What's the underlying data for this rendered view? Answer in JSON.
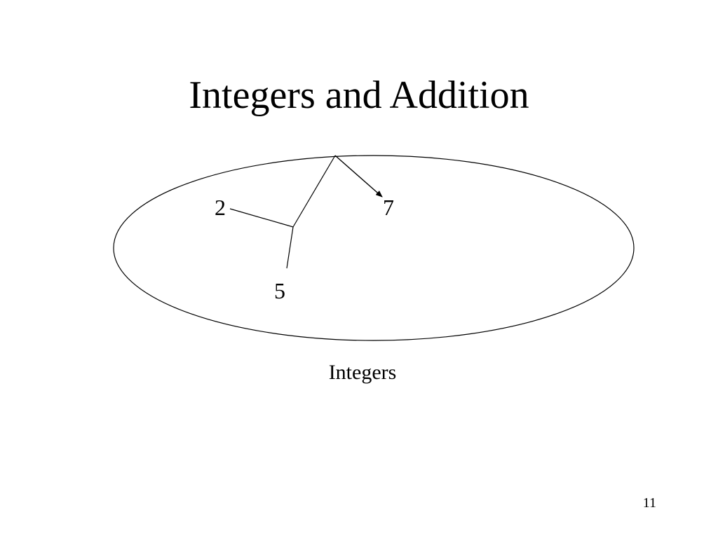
{
  "slide": {
    "title": "Integers and Addition",
    "caption": "Integers",
    "page_number": "11"
  },
  "diagram": {
    "operand_a": "2",
    "operand_b": "5",
    "result": "7"
  }
}
